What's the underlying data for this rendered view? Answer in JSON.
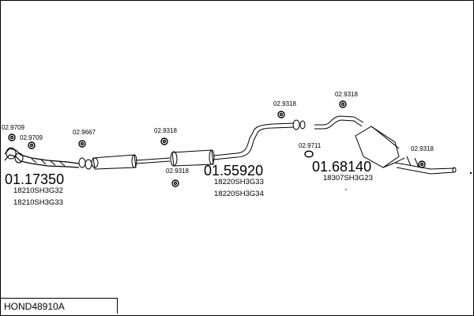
{
  "title": "HOND48910A",
  "assemblies": [
    {
      "id": "front",
      "number": "01.17350",
      "codes": [
        "18210SH3G32",
        "18210SH3G33"
      ]
    },
    {
      "id": "middle",
      "number": "01.55920",
      "codes": [
        "18220SH3G33",
        "18220SH3G34"
      ]
    },
    {
      "id": "rear",
      "number": "01.68140",
      "codes": [
        "18307SH3G23"
      ]
    }
  ],
  "fittings": {
    "f1": "02.9709",
    "f2": "02.9709",
    "f3": "02.9667",
    "f4": "02.9318",
    "f5": "02.9318",
    "f6": "02.9318",
    "f7": "02.9711",
    "f8": "02.9318",
    "f9": "02.9318"
  }
}
